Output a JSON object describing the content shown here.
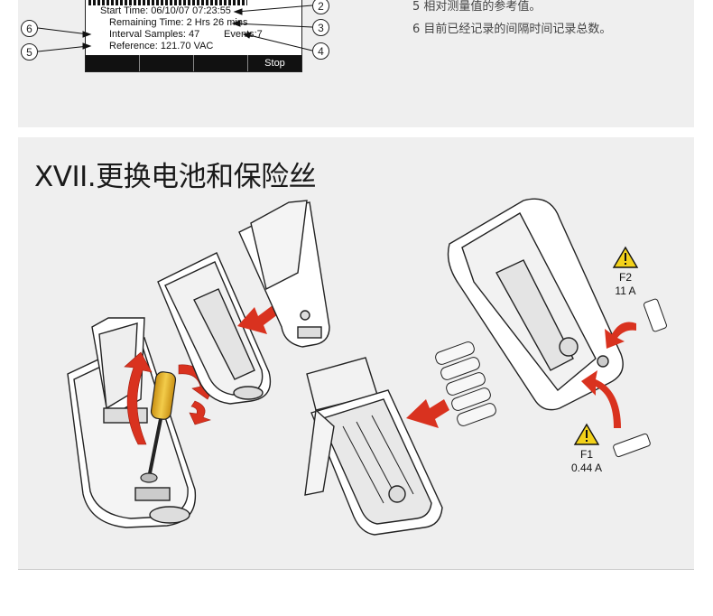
{
  "screen": {
    "start_time": "Start Time:     06/10/07   07:23:55",
    "remaining_time": "Remaining Time:  2 Hrs 26 mins",
    "interval_samples": "Interval Samples: 47",
    "events": "Events:7",
    "reference": "Reference: 121.70 VAC",
    "softkeys": [
      "",
      "",
      "",
      "Stop"
    ]
  },
  "callouts": [
    "2",
    "3",
    "4",
    "5",
    "6"
  ],
  "legend": [
    "5 相对测量值的参考值。",
    "6 目前已经记录的间隔时间记录总数。"
  ],
  "section": {
    "title": "XVII.更换电池和保险丝"
  },
  "fuses": {
    "f2_name": "F2",
    "f2_rating": "11 A",
    "f1_name": "F1",
    "f1_rating": "0.44 A"
  },
  "colors": {
    "panel_bg": "#efefef",
    "arrow_red": "#d9321f",
    "screwdriver_yellow": "#e8b52a",
    "warning_yellow": "#f3d21a"
  }
}
